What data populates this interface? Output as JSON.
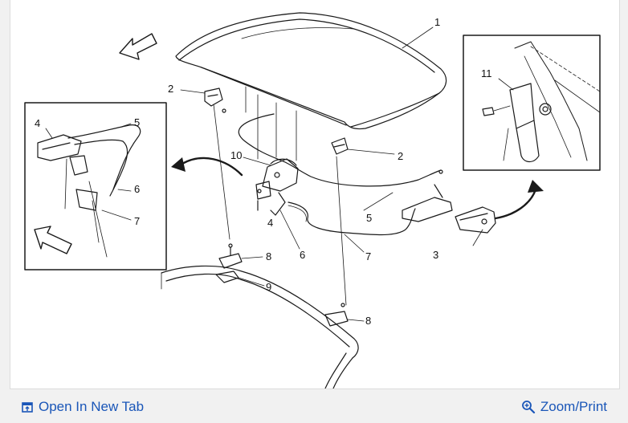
{
  "callouts": {
    "c1": "1",
    "c2a": "2",
    "c2b": "2",
    "c3": "3",
    "c4main": "4",
    "c5main": "5",
    "c6main": "6",
    "c7main": "7",
    "c8a": "8",
    "c8b": "8",
    "c9": "9",
    "c10": "10",
    "c4inset": "4",
    "c5inset": "5",
    "c6inset": "6",
    "c7inset": "7",
    "c11": "11"
  },
  "toolbar": {
    "open_label": "Open In New Tab",
    "zoom_label": "Zoom/Print"
  },
  "colors": {
    "link": "#1a56b8",
    "line": "#1a1a1a"
  }
}
